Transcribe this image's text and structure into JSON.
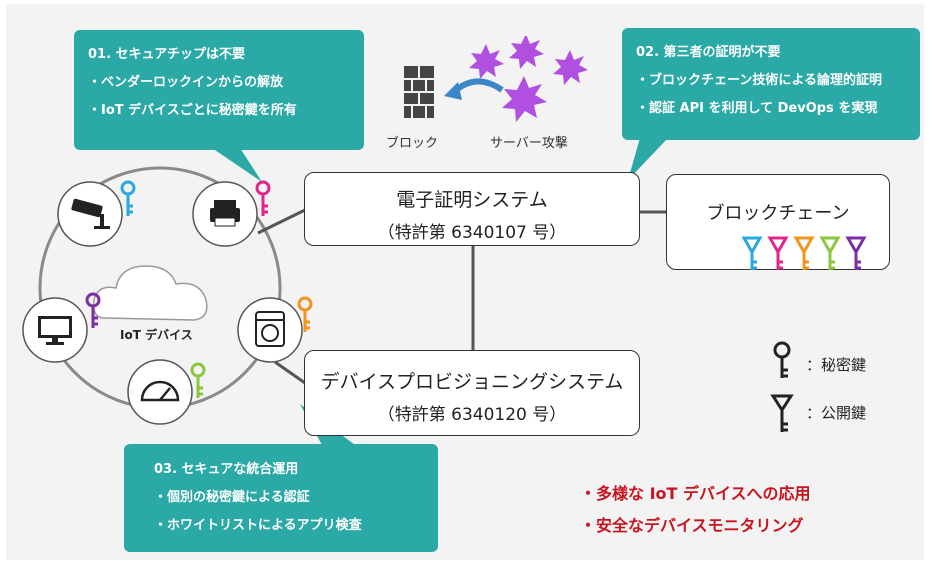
{
  "callout1": {
    "title": "01. セキュアチップは不要",
    "items": [
      "・ベンダーロックインからの解放",
      "・IoT デバイスごとに秘密鍵を所有"
    ]
  },
  "callout2": {
    "title": "02. 第三者の証明が不要",
    "items": [
      "・ブロックチェーン技術による論理的証明",
      "・認証 API を利用して DevOps を実現"
    ]
  },
  "callout3": {
    "title": "03. セキュアな統合運用",
    "items": [
      "・個別の秘密鍵による認証",
      "・ホワイトリストによるアプリ検査"
    ]
  },
  "cert_system": {
    "name": "電子証明システム",
    "patent": "（特許第 6340107 号）"
  },
  "provision_system": {
    "name": "デバイスプロビジョニングシステム",
    "patent": "（特許第 6340120 号）"
  },
  "blockchain": {
    "label": "ブロックチェーン"
  },
  "attack": {
    "block_label": "ブロック",
    "attack_label": "サーバー攻撃"
  },
  "iot": {
    "label": "IoT デバイス"
  },
  "legend": {
    "private_key": "：秘密鍵",
    "public_key": "：公開鍵"
  },
  "benefits": [
    "・多様な IoT デバイスへの応用",
    "・安全なデバイスモニタリング"
  ],
  "colors": {
    "teal": "#2aa9a6",
    "red": "#c8141e",
    "purple_burst": "#b04fe0",
    "key_cyan": "#29a9e0",
    "key_magenta": "#e0288c",
    "key_purple": "#7d2fa5",
    "key_orange": "#f0961e",
    "key_green": "#8cc63f"
  }
}
